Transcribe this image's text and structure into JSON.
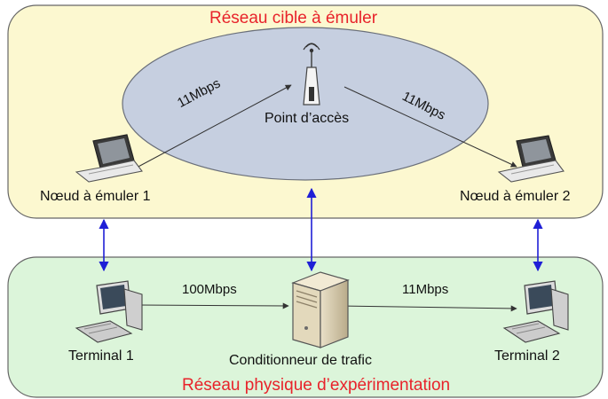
{
  "target_zone": {
    "title": "Réseau cible à émuler"
  },
  "physical_zone": {
    "title": "Réseau physique d’expérimentation"
  },
  "nodes": {
    "access_point": "Point d’accès",
    "node1": "Nœud à émuler 1",
    "node2": "Nœud à émuler 2",
    "terminal1": "Terminal 1",
    "terminal2": "Terminal 2",
    "conditioner": "Conditionneur de trafic"
  },
  "links": {
    "wifi_left": "11Mbps",
    "wifi_right": "11Mbps",
    "wired_left": "100Mbps",
    "wired_right": "11Mbps"
  },
  "colors": {
    "target_zone_fill": "#fcf8d0",
    "physical_zone_fill": "#dcf5da",
    "cell_fill": "#c6cfe0",
    "title_red": "#e8232b",
    "mapping_arrow": "#1f1fd6",
    "link_arrow": "#333333"
  },
  "icons": [
    "laptop-icon",
    "access-point-icon",
    "desktop-computer-icon",
    "server-tower-icon"
  ]
}
